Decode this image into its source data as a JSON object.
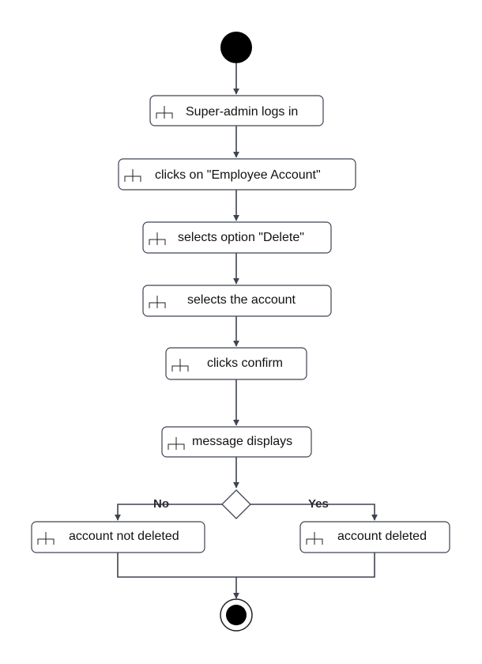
{
  "actions": [
    {
      "id": "login",
      "label": "Super-admin logs in"
    },
    {
      "id": "employee-account",
      "label": "clicks on \"Employee Account\""
    },
    {
      "id": "select-delete",
      "label": "selects option \"Delete\""
    },
    {
      "id": "select-account",
      "label": "selects the account"
    },
    {
      "id": "confirm",
      "label": "clicks confirm"
    },
    {
      "id": "message",
      "label": "message displays"
    },
    {
      "id": "not-deleted",
      "label": "account not deleted"
    },
    {
      "id": "deleted",
      "label": "account deleted"
    }
  ],
  "branches": {
    "no_label": "No",
    "yes_label": "Yes"
  },
  "icons": {
    "action": "rake-icon",
    "start": "initial-node",
    "end": "final-node",
    "decision": "decision-diamond"
  },
  "colors": {
    "line": "#3f4350",
    "node": "#000000"
  }
}
